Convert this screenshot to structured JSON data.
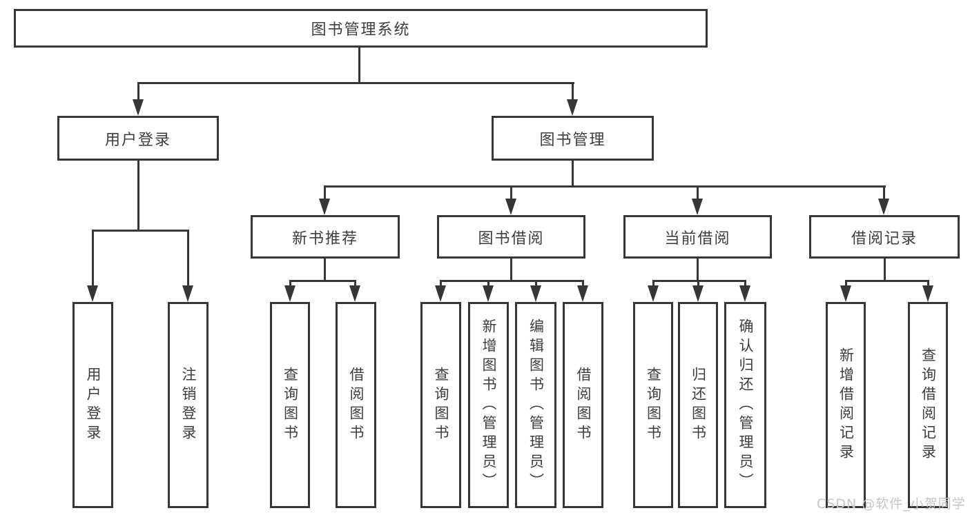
{
  "diagram": {
    "title": "图书管理系统",
    "branches": [
      {
        "label": "用户登录",
        "children": [
          {
            "label": "用户登录"
          },
          {
            "label": "注销登录"
          }
        ]
      },
      {
        "label": "图书管理",
        "sections": [
          {
            "label": "新书推荐",
            "children": [
              {
                "label": "查询图书"
              },
              {
                "label": "借阅图书"
              }
            ]
          },
          {
            "label": "图书借阅",
            "children": [
              {
                "label": "查询图书"
              },
              {
                "label": "新增图书（管理员）"
              },
              {
                "label": "编辑图书（管理员）"
              },
              {
                "label": "借阅图书"
              }
            ]
          },
          {
            "label": "当前借阅",
            "children": [
              {
                "label": "查询图书"
              },
              {
                "label": "归还图书"
              },
              {
                "label": "确认归还（管理员）"
              }
            ]
          },
          {
            "label": "借阅记录",
            "children": [
              {
                "label": "新增借阅记录"
              },
              {
                "label": "查询借阅记录"
              }
            ]
          }
        ]
      }
    ],
    "watermark": "CSDN @软件_小贺同学",
    "colors": {
      "line": "#363636",
      "text": "#3d3d3d",
      "box_background": "#ffffff",
      "watermark": "#c6c6c6"
    }
  }
}
